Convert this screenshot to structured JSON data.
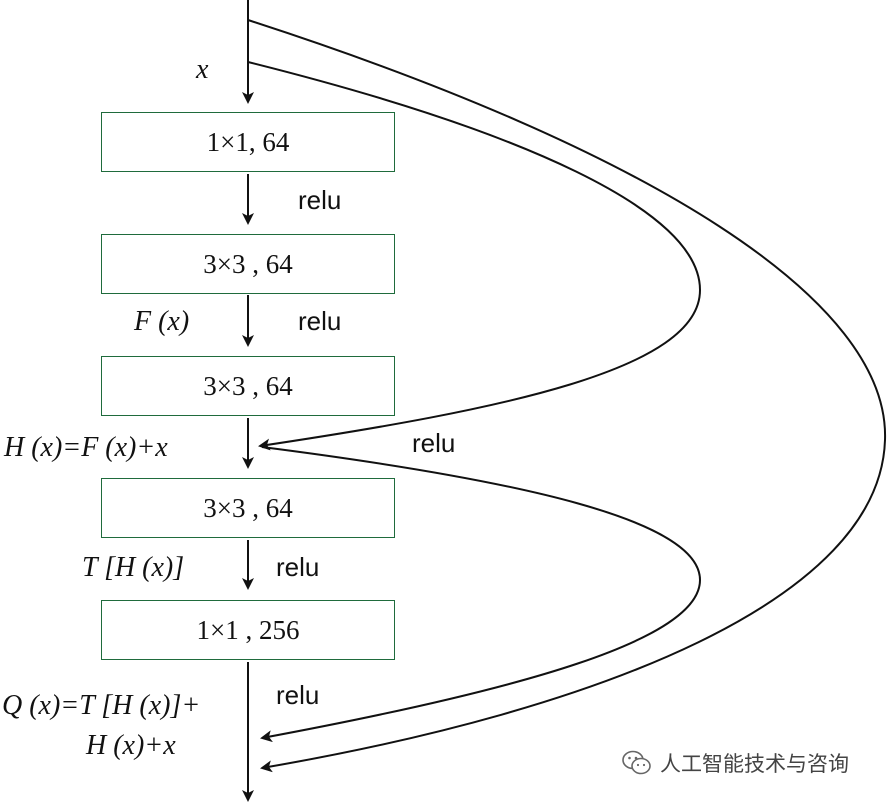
{
  "input_label": "x",
  "blocks": [
    {
      "label": "1×1, 64"
    },
    {
      "label": "3×3 , 64"
    },
    {
      "label": "3×3 , 64"
    },
    {
      "label": "3×3 , 64"
    },
    {
      "label": "1×1 , 256"
    }
  ],
  "activations": {
    "relu_1": "relu",
    "relu_2": "relu",
    "relu_skip": "relu",
    "relu_4": "relu",
    "relu_5": "relu"
  },
  "formulas": {
    "f_x": "F (x)",
    "h_x": "H (x)=F (x)+x",
    "t_h": "T [H (x)]",
    "q_line1": "Q (x)=T [H (x)]+",
    "q_line2": "H (x)+x"
  },
  "watermark": {
    "text": "人工智能技术与咨询",
    "icon": "wechat-icon"
  }
}
